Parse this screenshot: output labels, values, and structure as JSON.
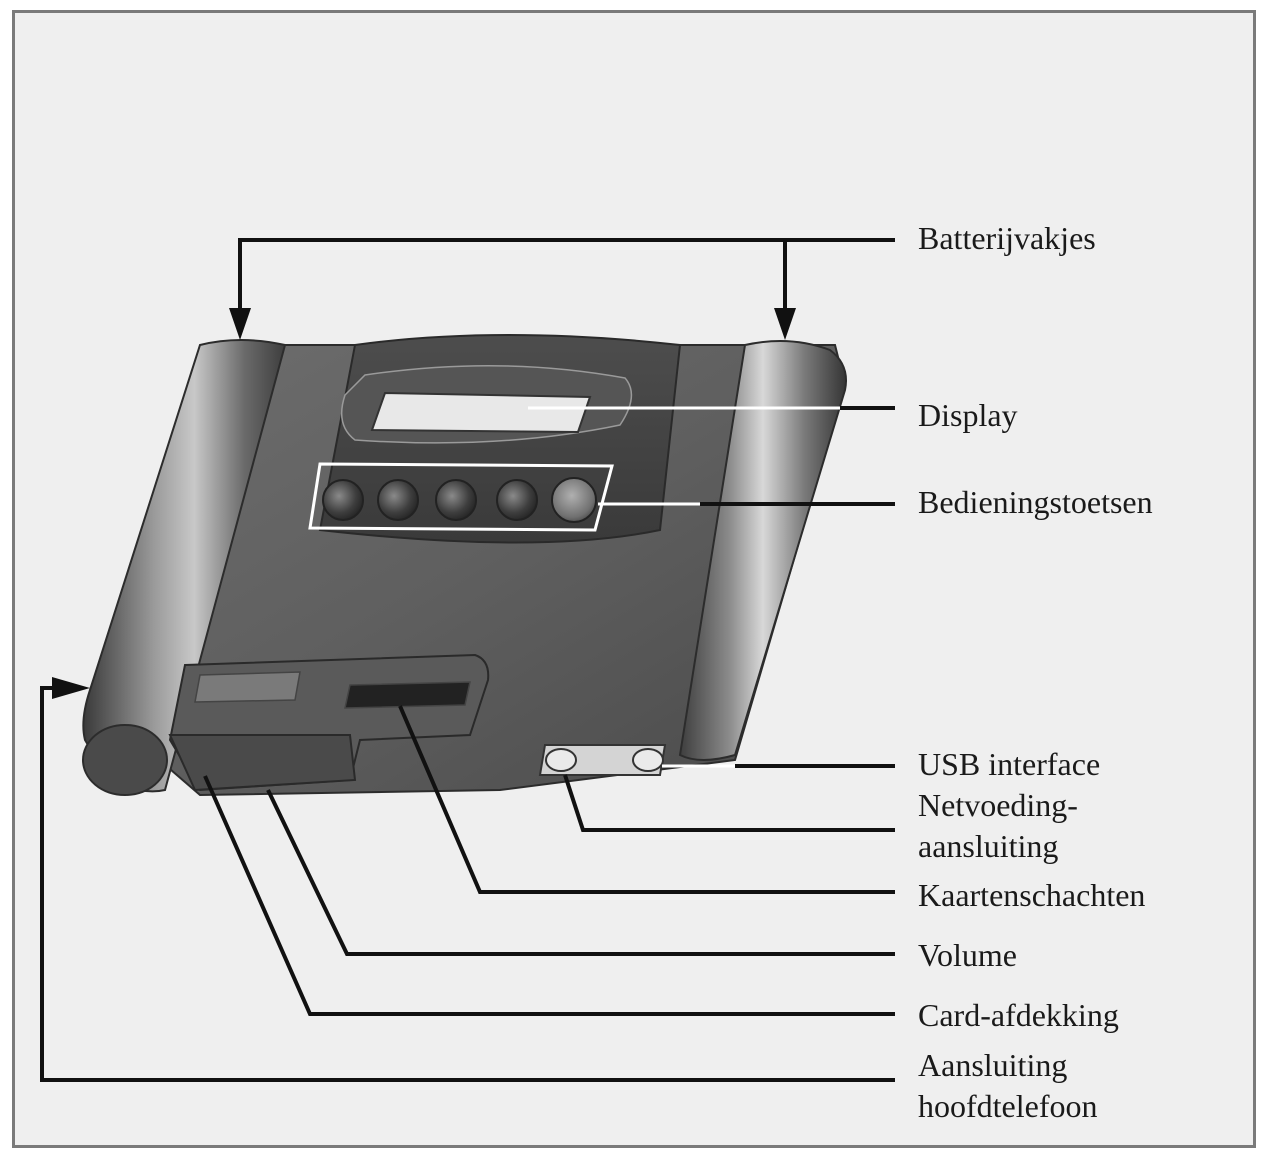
{
  "labels": {
    "batterijvakjes": "Batterijvakjes",
    "display": "Display",
    "bedieningstoetsen": "Bedieningstoetsen",
    "usb_interface": "USB interface",
    "netvoeding_line1": "Netvoeding-",
    "netvoeding_line2": "aansluiting",
    "kaartenschachten": "Kaartenschachten",
    "volume": "Volume",
    "card_afdekking": "Card-afdekking",
    "aansluiting_line1": "Aansluiting",
    "aansluiting_line2": "hoofdtelefoon"
  },
  "colors": {
    "frame_background": "#efefef",
    "frame_border": "#7a7a7a",
    "device_body": "#6a6a6a",
    "device_dark": "#3c3c3c",
    "callout_line": "#111111",
    "highlight_line": "#ffffff"
  }
}
